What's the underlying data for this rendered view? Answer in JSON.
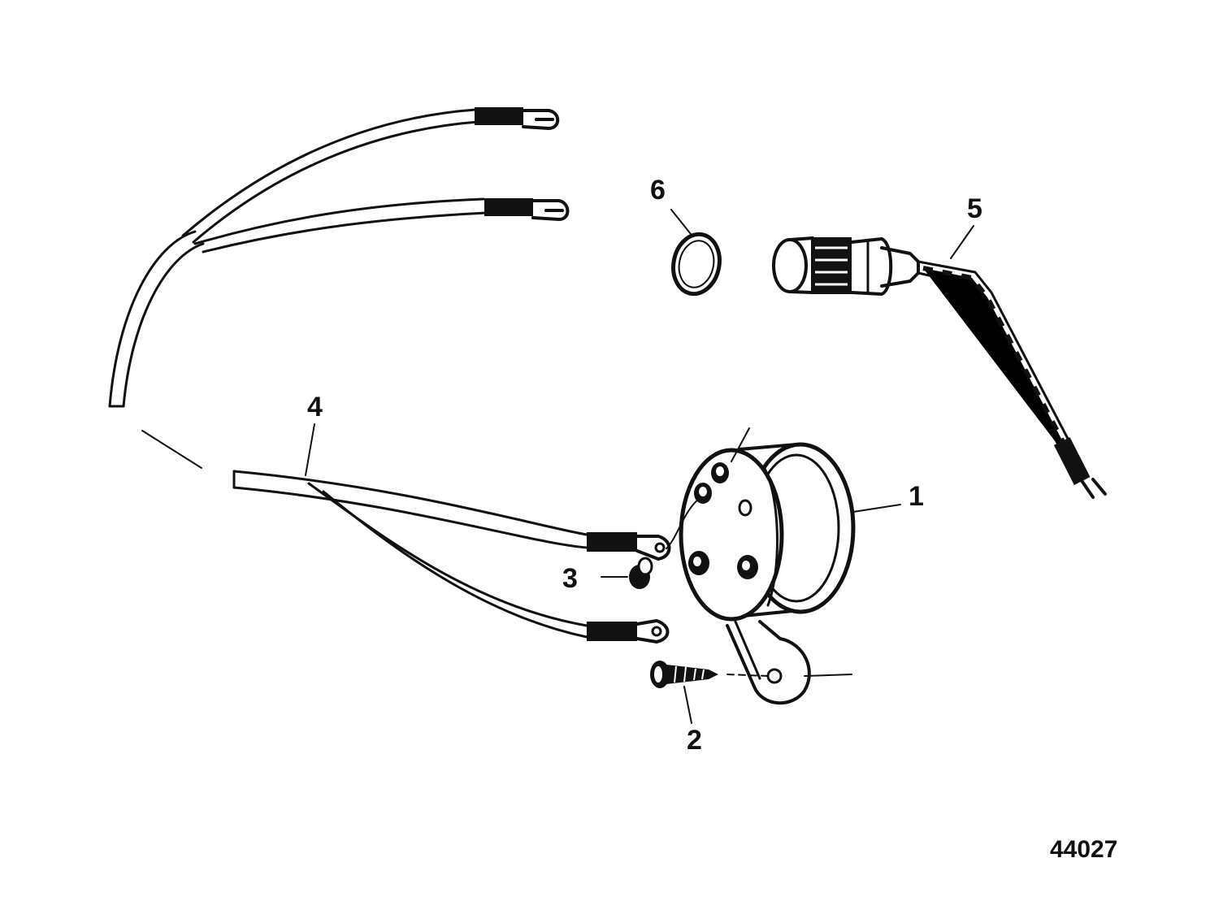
{
  "callouts": {
    "one": "1",
    "two": "2",
    "three": "3",
    "four": "4",
    "five": "5",
    "six": "6"
  },
  "figure_number": "44027"
}
